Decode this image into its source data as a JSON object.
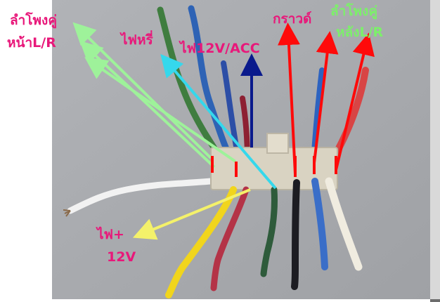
{
  "labels": {
    "front_speakers_line1": "ลำโพงคู่",
    "front_speakers_line2": "หน้าL/R",
    "hazard_light": "ไฟหรี่",
    "power_acc": "ไฟ12V/ACC",
    "ground": "กราวด์",
    "rear_speakers_line1": "ลำโพงคู่",
    "rear_speakers_line2": "หลังL/R",
    "power_12v_line1": "ไฟ+",
    "power_12v_line2": "12V"
  },
  "colors": {
    "label_pink": "#e8187a",
    "label_green": "#7cf06a",
    "arrow_light_green": "#9ef29a",
    "arrow_cyan": "#35d8ec",
    "arrow_navy": "#0a1a8c",
    "arrow_red": "#ff0a0a",
    "arrow_yellow": "#f4f16a",
    "background_wall": "#a7a9ad"
  }
}
